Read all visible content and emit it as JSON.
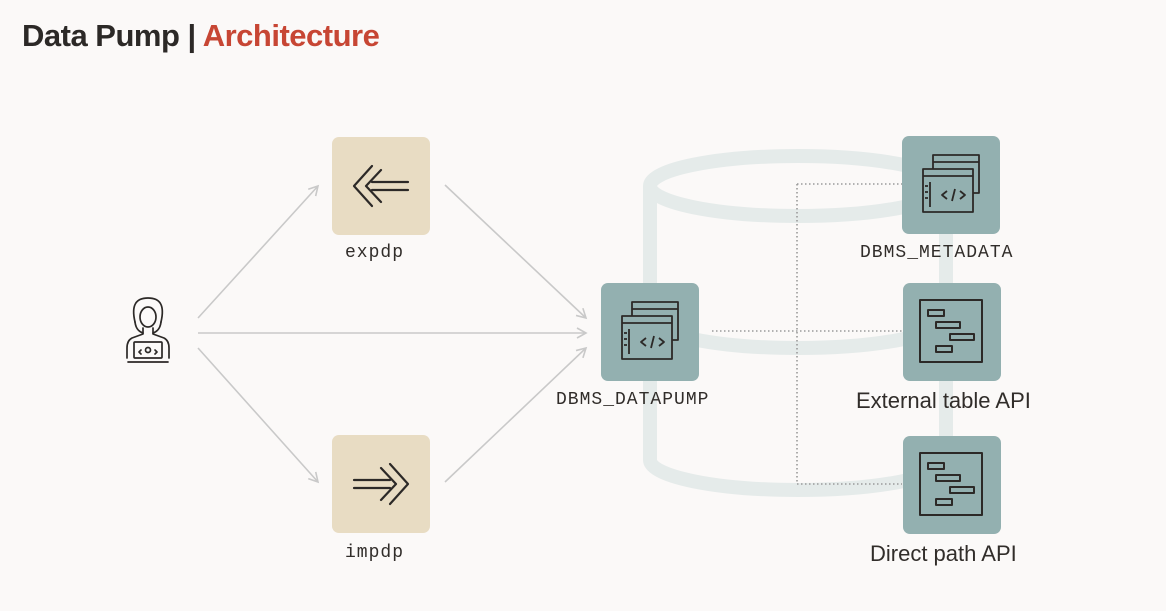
{
  "title": {
    "main": "Data Pump",
    "separator": "|",
    "accent": "Architecture"
  },
  "nodes": {
    "user": {
      "icon": "user-laptop-icon"
    },
    "expdp": {
      "label": "expdp",
      "icon": "arrow-left-icon"
    },
    "impdp": {
      "label": "impdp",
      "icon": "arrow-right-icon"
    },
    "dbms_datapump": {
      "label": "DBMS_DATAPUMP",
      "icon": "code-window-icon"
    },
    "dbms_metadata": {
      "label": "DBMS_METADATA",
      "icon": "code-window-icon"
    },
    "external_table_api": {
      "label": "External table API",
      "icon": "layout-blocks-icon"
    },
    "direct_path_api": {
      "label": "Direct path API",
      "icon": "layout-blocks-icon"
    }
  },
  "colors": {
    "accent": "#c74634",
    "title": "#2c2927",
    "tan_tile": "#e8dcc3",
    "teal_tile": "#93b0b0",
    "connector": "#c9c9c9",
    "database_shape": "#e5ebea"
  }
}
